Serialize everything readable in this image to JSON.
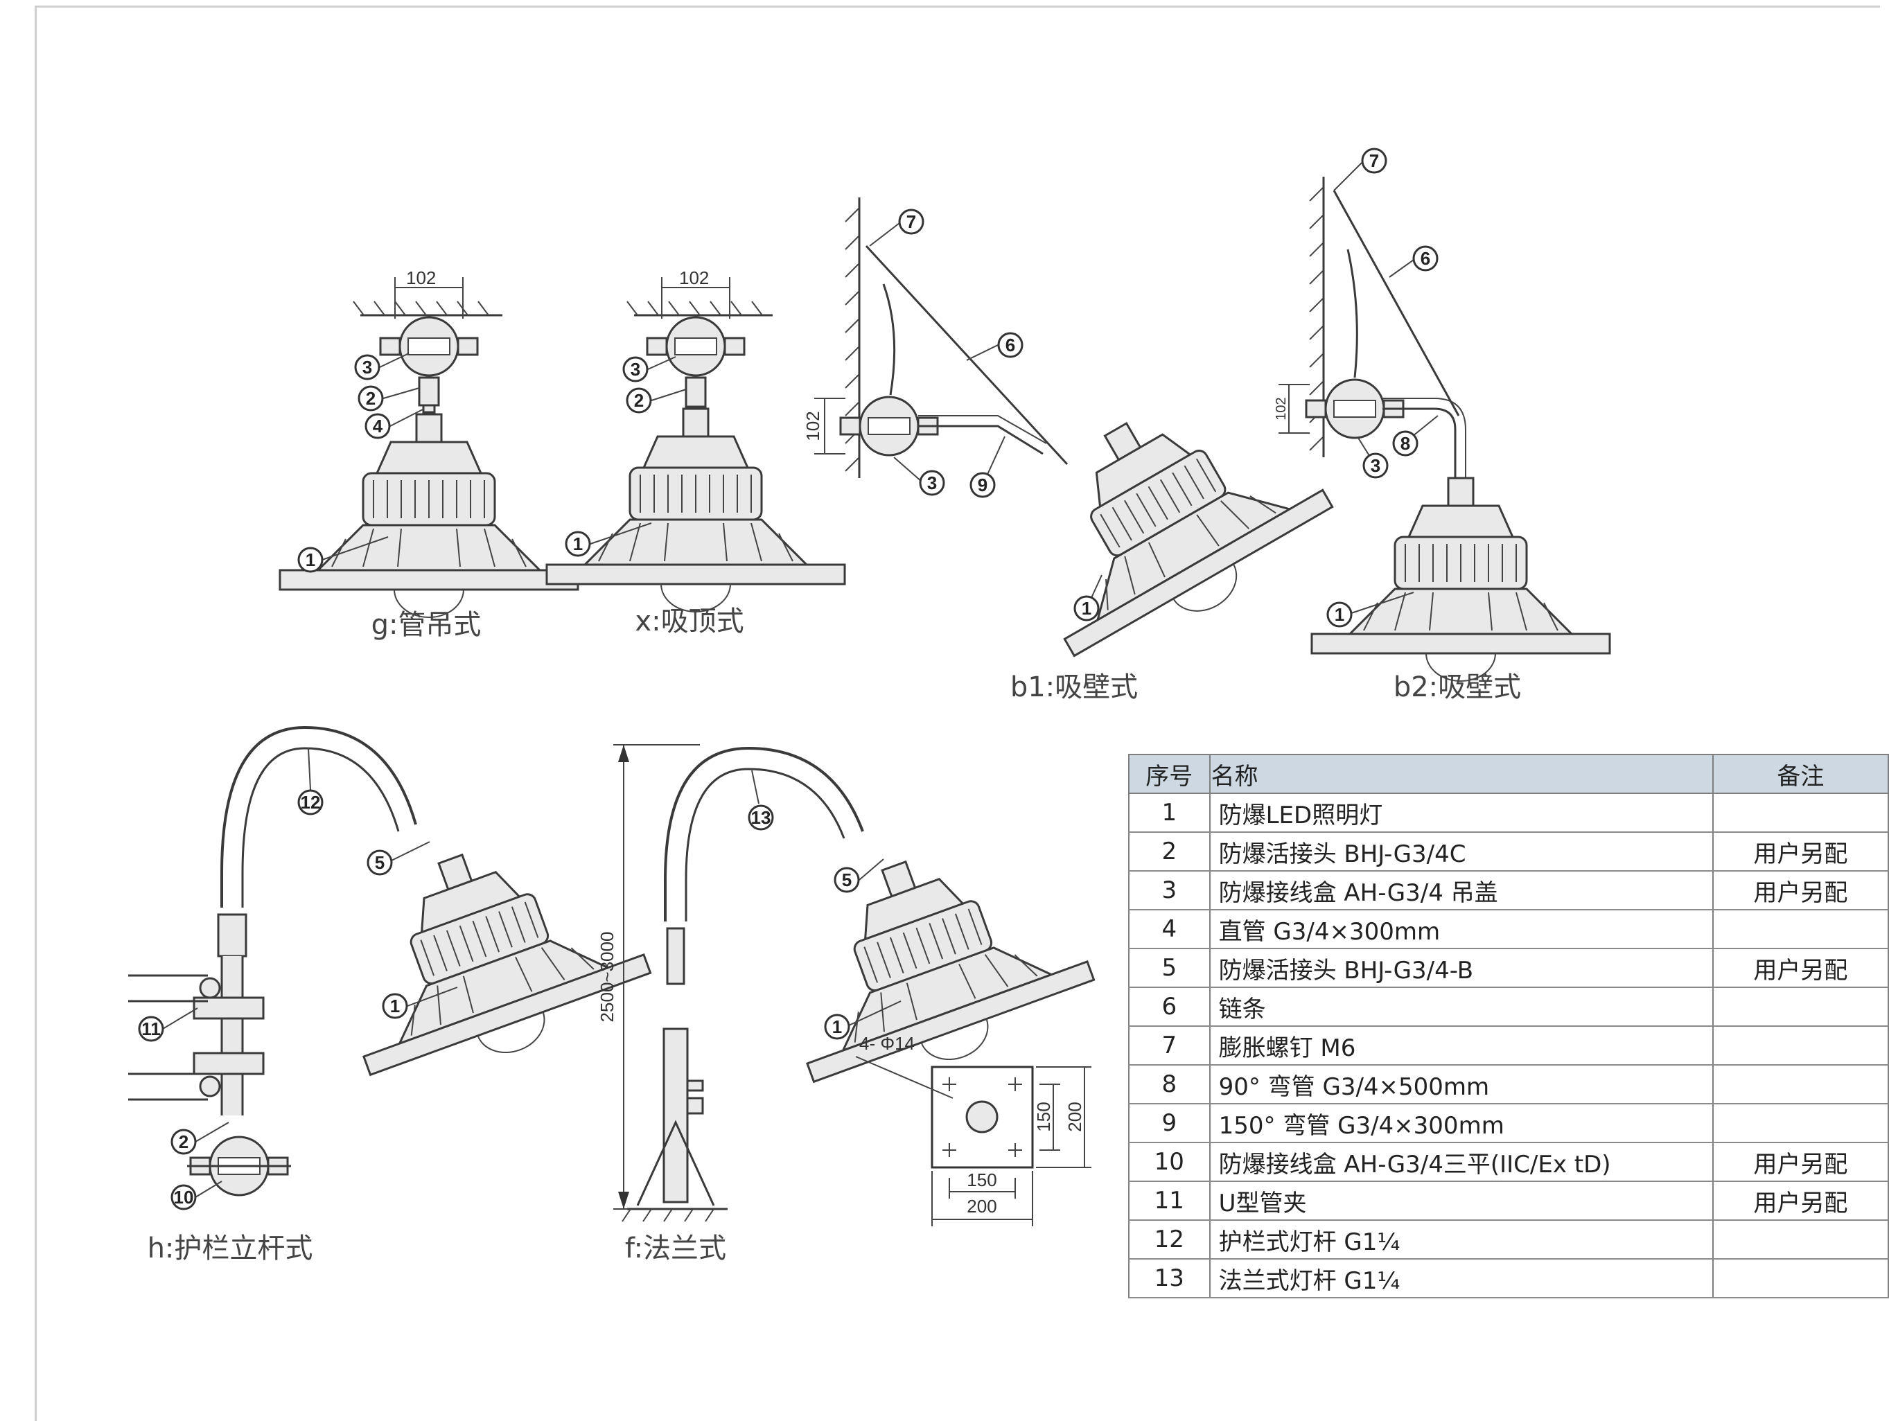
{
  "captions": {
    "g": "g:管吊式",
    "x": "x:吸顶式",
    "b1": "b1:吸壁式",
    "b2": "b2:吸壁式",
    "h": "h:护栏立杆式",
    "f": "f:法兰式"
  },
  "dimensions": {
    "g_width": "102",
    "x_width": "102",
    "b1_box": "102",
    "b2_box": "102",
    "pole_height": "2500~3000",
    "holes": "4- Φ14",
    "inner_v": "150",
    "outer_v": "200",
    "inner_h": "150",
    "outer_h": "200"
  },
  "parts_table": {
    "headers": {
      "no": "序号",
      "name": "名称",
      "note": "备注"
    },
    "rows": [
      {
        "no": "1",
        "name": "防爆LED照明灯",
        "note": ""
      },
      {
        "no": "2",
        "name": "防爆活接头 BHJ-G3/4C",
        "note": "用户另配"
      },
      {
        "no": "3",
        "name": "防爆接线盒 AH-G3/4 吊盖",
        "note": "用户另配"
      },
      {
        "no": "4",
        "name": "直管 G3/4×300mm",
        "note": ""
      },
      {
        "no": "5",
        "name": "防爆活接头 BHJ-G3/4-B",
        "note": "用户另配"
      },
      {
        "no": "6",
        "name": "链条",
        "note": ""
      },
      {
        "no": "7",
        "name": "膨胀螺钉 M6",
        "note": ""
      },
      {
        "no": "8",
        "name": "90°  弯管 G3/4×500mm",
        "note": ""
      },
      {
        "no": "9",
        "name": "150°  弯管 G3/4×300mm",
        "note": ""
      },
      {
        "no": "10",
        "name": "防爆接线盒 AH-G3/4三平(IIC/Ex tD)",
        "note": "用户另配"
      },
      {
        "no": "11",
        "name": "U型管夹",
        "note": "用户另配"
      },
      {
        "no": "12",
        "name": "护栏式灯杆 G1¼",
        "note": ""
      },
      {
        "no": "13",
        "name": "法兰式灯杆 G1¼",
        "note": ""
      }
    ]
  },
  "callouts": {
    "g": [
      "3",
      "2",
      "4",
      "1"
    ],
    "x": [
      "3",
      "2",
      "1"
    ],
    "b1": [
      "7",
      "6",
      "3",
      "9",
      "1"
    ],
    "b2": [
      "7",
      "6",
      "3",
      "8",
      "1"
    ],
    "h": [
      "12",
      "5",
      "1",
      "11",
      "2",
      "10"
    ],
    "f": [
      "13",
      "5",
      "1"
    ]
  },
  "colors": {
    "table_header": "#cdd8e3",
    "line": "#3a3a3a",
    "fill": "#e9e9e9"
  }
}
